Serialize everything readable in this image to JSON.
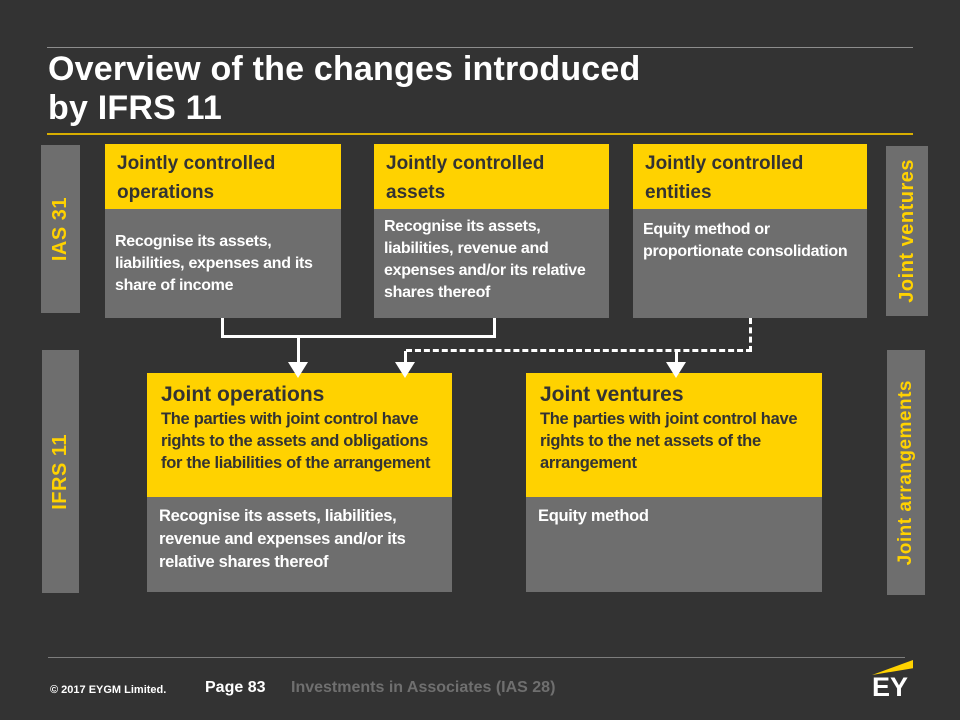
{
  "slide": {
    "title_line1": "Overview of the changes introduced",
    "title_line2": "by IFRS 11"
  },
  "side_labels": {
    "top_left": "IAS 31",
    "top_right": "Joint ventures",
    "bottom_left": "IFRS 11",
    "bottom_right": "Joint arrangements"
  },
  "top_boxes": [
    {
      "header": "Jointly controlled operations",
      "body": "Recognise its assets, liabilities, expenses and its share of income"
    },
    {
      "header": "Jointly controlled assets",
      "body": "Recognise its assets, liabilities, revenue and expenses and/or its relative shares thereof"
    },
    {
      "header": "Jointly controlled entities",
      "body": "Equity method or proportionate consolidation"
    }
  ],
  "bottom_boxes": [
    {
      "title": "Joint operations",
      "description": "The parties with joint control have rights to the assets and obligations for the liabilities of the arrangement",
      "body": "Recognise its assets, liabilities, revenue and expenses and/or its relative shares thereof"
    },
    {
      "title": "Joint ventures",
      "description": "The parties with joint control have rights to the net assets of the arrangement",
      "body": "Equity method"
    }
  ],
  "footer": {
    "copyright": "© 2017 EYGM Limited.",
    "page": "Page 83",
    "document_title": "Investments in Associates (IAS 28)",
    "logo_text": "EY"
  },
  "colors": {
    "background": "#333333",
    "panel_gray": "#6E6E6E",
    "accent_yellow": "#FFD200",
    "title_underline": "#D8AE00",
    "text_dark": "#333333",
    "text_white": "#FFFFFF",
    "footer_muted": "#6F6F6F"
  }
}
